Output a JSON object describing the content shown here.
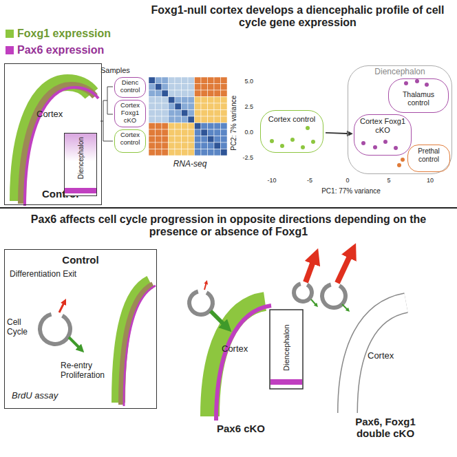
{
  "diagram": {
    "title": "Foxg1-null cortex develops a diencephalic profile of cell cycle gene expression",
    "caption": "Pax6 affects cell cycle progression in opposite directions depending on the presence or absence of Foxg1",
    "nodes": [
      {
        "text": [
          "Control"
        ]
      },
      {
        "text": [
          "Cortex"
        ],
        "in": 0
      },
      {
        "text": [
          "Diencephalon"
        ],
        "in": 0
      },
      {
        "text": [
          "Dienc control"
        ]
      },
      {
        "text": [
          "Cortex Foxg1 cKO"
        ]
      },
      {
        "text": [
          "Cortex control"
        ]
      },
      {
        "text": [
          "Diencephalon"
        ]
      },
      {
        "text": [
          "Thalamus control"
        ],
        "in": 6
      },
      {
        "text": [
          "Cortex Foxg1 cKO"
        ],
        "in": 6
      },
      {
        "text": [
          "Prethal control"
        ],
        "in": 6
      },
      {
        "text": [
          "Cortex control"
        ]
      },
      {
        "text": [
          "Control",
          "BrdU assay"
        ]
      }
    ],
    "edges": [
      {
        "from": 10,
        "to": 8,
        "arrow": "to"
      }
    ],
    "labels": [
      "Samples",
      "RNA-seq",
      "PC2: 7% variance",
      "PC1: 77% variance",
      "5.0",
      "2.5",
      "0.0",
      "-2.5",
      "-10",
      "-5",
      "0",
      "5",
      "10",
      "Differentiation Exit",
      "Cell Cycle",
      "Re-entry Proliferation",
      "Cortex",
      "Diencephalon",
      "Pax6 cKO",
      "Cortex",
      "Pax6, Foxg1 double cKO"
    ],
    "legend": [
      {
        "text": "Foxg1 expression",
        "color": "#8dc63f"
      },
      {
        "text": "Pax6 expression",
        "color": "#c03fc0"
      }
    ]
  }
}
